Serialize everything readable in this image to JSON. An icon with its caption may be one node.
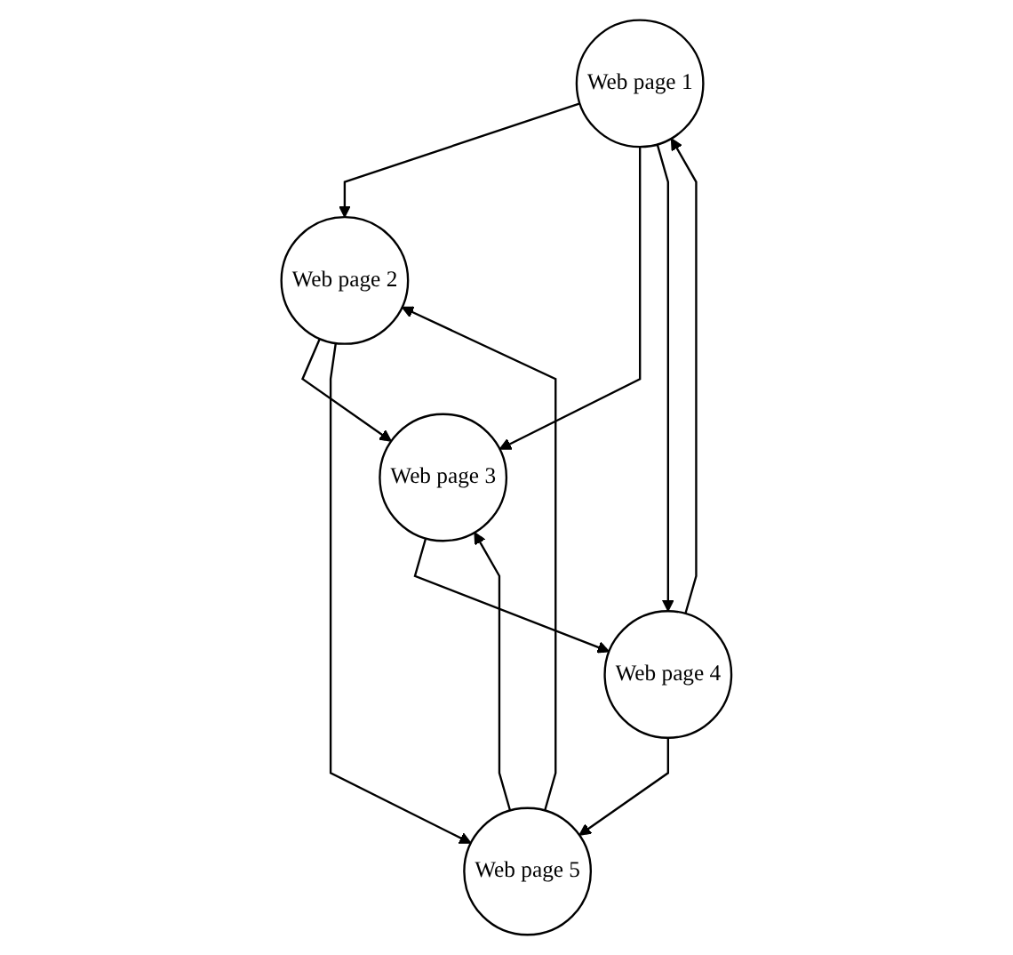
{
  "diagram": {
    "nodes": [
      {
        "text": [
          "Web page 1"
        ]
      },
      {
        "text": [
          "Web page 2"
        ]
      },
      {
        "text": [
          "Web page 3"
        ]
      },
      {
        "text": [
          "Web page 4"
        ]
      },
      {
        "text": [
          "Web page 5"
        ]
      }
    ],
    "edges": [
      {
        "from": 0,
        "to": 1,
        "arrow": "to"
      },
      {
        "from": 0,
        "to": 2,
        "arrow": "to"
      },
      {
        "from": 0,
        "to": 3,
        "arrow": "to"
      },
      {
        "from": 3,
        "to": 0,
        "arrow": "to"
      },
      {
        "from": 1,
        "to": 2,
        "arrow": "to"
      },
      {
        "from": 1,
        "to": 4,
        "arrow": "to"
      },
      {
        "from": 4,
        "to": 1,
        "arrow": "to"
      },
      {
        "from": 2,
        "to": 3,
        "arrow": "to"
      },
      {
        "from": 4,
        "to": 2,
        "arrow": "to"
      },
      {
        "from": 3,
        "to": 4,
        "arrow": "to"
      }
    ]
  }
}
